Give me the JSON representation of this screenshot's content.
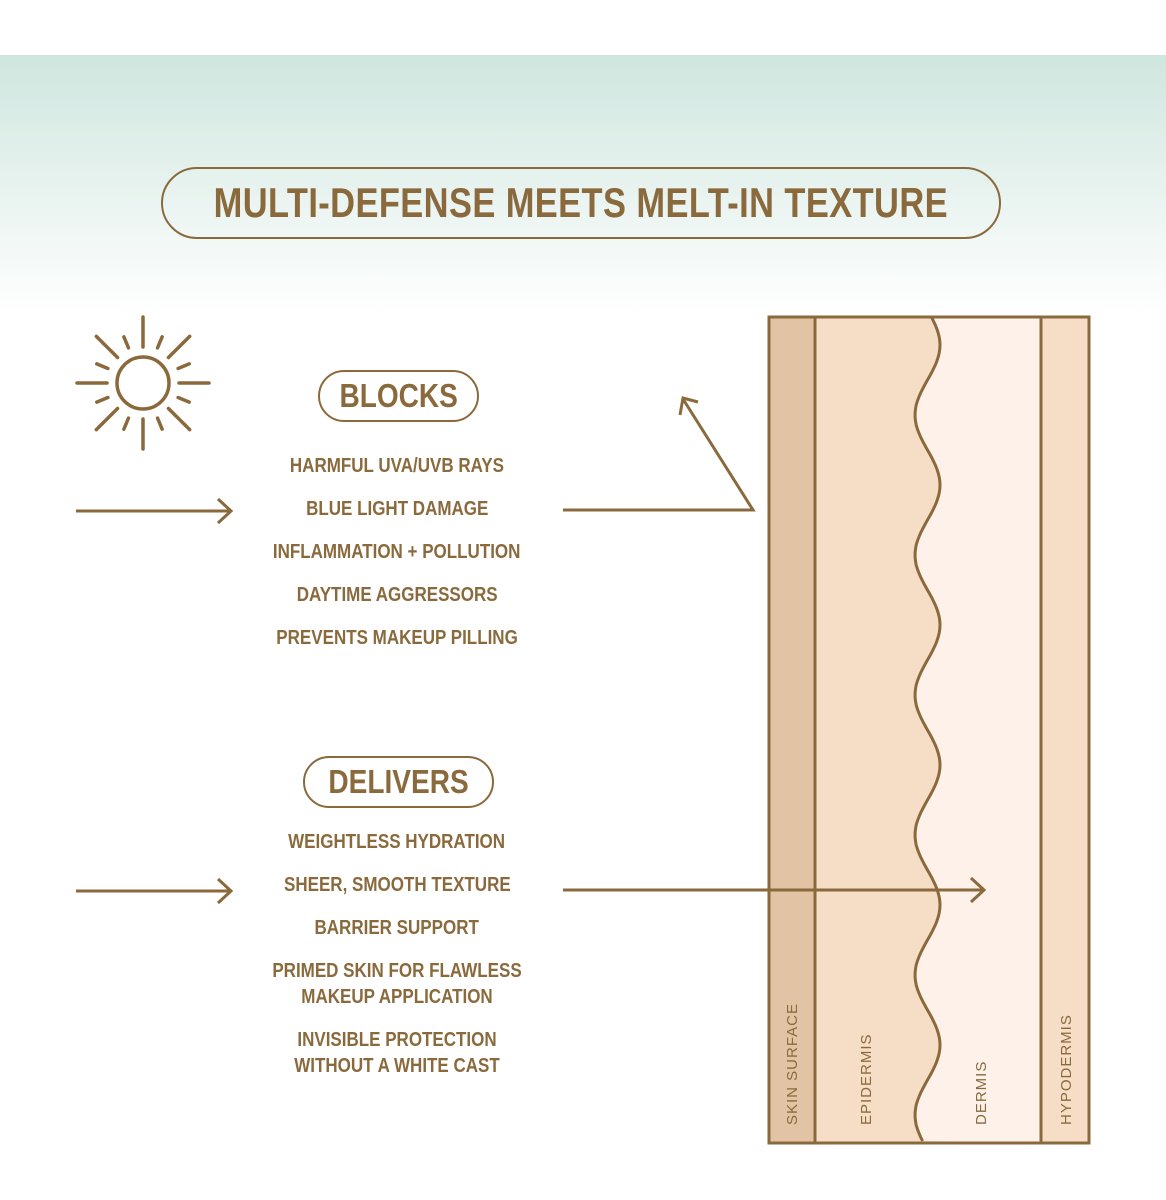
{
  "title": "MULTI-DEFENSE MEETS MELT-IN TEXTURE",
  "blocks": {
    "label": "BLOCKS",
    "items": [
      "HARMFUL UVA/UVB RAYS",
      "BLUE LIGHT DAMAGE",
      "INFLAMMATION + POLLUTION",
      "DAYTIME AGGRESSORS",
      "PREVENTS MAKEUP PILLING"
    ]
  },
  "delivers": {
    "label": "DELIVERS",
    "items": [
      "WEIGHTLESS HYDRATION",
      "SHEER, SMOOTH TEXTURE",
      "BARRIER SUPPORT",
      "PRIMED SKIN FOR FLAWLESS MAKEUP APPLICATION",
      "INVISIBLE PROTECTION WITHOUT A WHITE CAST"
    ]
  },
  "skin_layers": [
    "SKIN SURFACE",
    "EPIDERMIS",
    "DERMIS",
    "HYPODERMIS"
  ],
  "colors": {
    "brown": "#8a6a3c",
    "skin_surface": "#e2c3a4",
    "epidermis": "#f6ddc6",
    "dermis": "#fdf1ea",
    "hypodermis": "#f6ddc6",
    "top_gradient": "#cfe6df"
  },
  "icons": [
    "sun-icon",
    "arrow-right-icon",
    "deflect-arrow-icon"
  ]
}
